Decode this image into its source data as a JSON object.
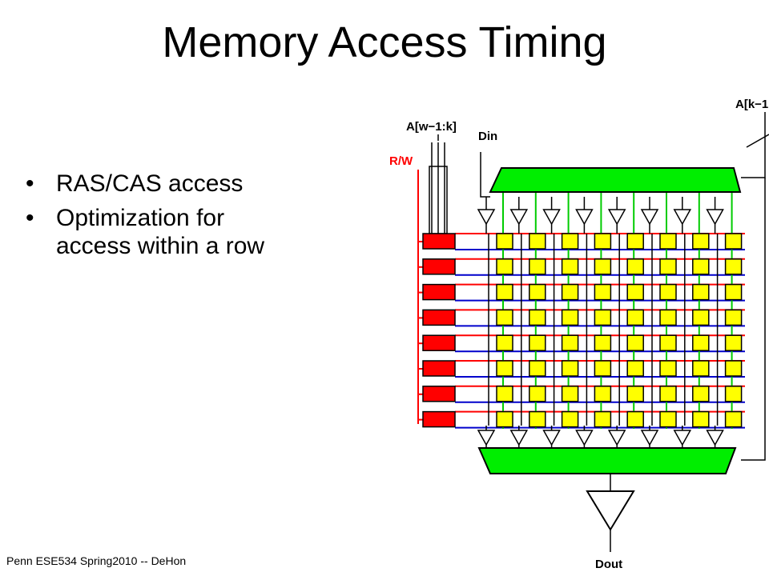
{
  "slide": {
    "title": "Memory Access Timing",
    "bullets": [
      "RAS/CAS access",
      "Optimization for access within a row"
    ],
    "footer": "Penn ESE534 Spring2010 -- DeHon"
  },
  "diagram": {
    "labels": {
      "addr_row": "A[w−1:k]",
      "addr_col": "A[k−1",
      "din": "Din",
      "rw": "R/W",
      "dout": "Dout"
    },
    "rows": 8,
    "cols": 8,
    "colors": {
      "decoder": "#ff0000",
      "cell": "#ffff00",
      "mux": "#00ee00",
      "word_line": "#ff0000",
      "bit_line": "#00cc00",
      "bus_line": "#0000cc",
      "rw_label": "#ff0000"
    }
  }
}
